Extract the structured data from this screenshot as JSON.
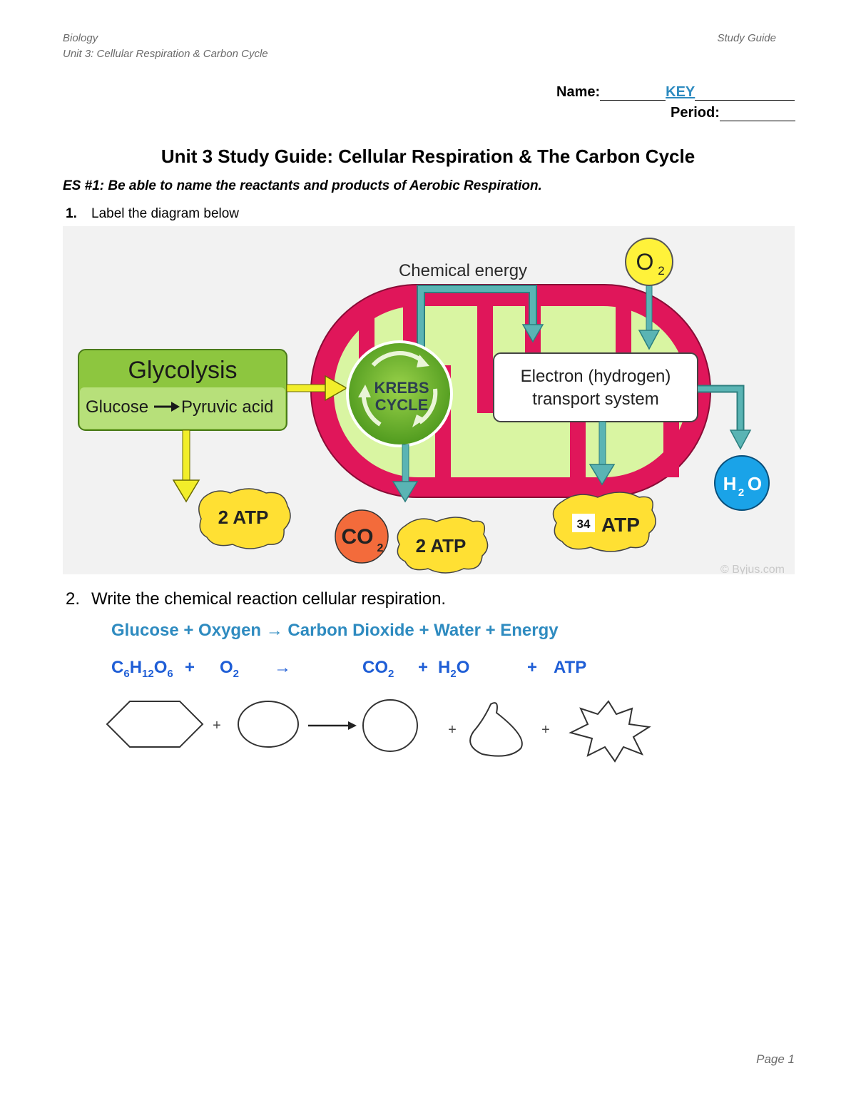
{
  "header": {
    "subject": "Biology",
    "unit": "Unit 3: Cellular Respiration & Carbon Cycle",
    "doc_type": "Study Guide"
  },
  "name_field": {
    "label": "Name:",
    "value": "KEY"
  },
  "period_field": {
    "label": "Period:",
    "value": ""
  },
  "title": "Unit 3 Study Guide: Cellular Respiration & The Carbon Cycle",
  "es1": "ES #1: Be able to name the reactants and products of Aerobic Respiration.",
  "q1": {
    "number": "1.",
    "text": "Label the diagram below"
  },
  "diagram": {
    "glycolysis_title": "Glycolysis",
    "glycolysis_glucose": "Glucose",
    "glycolysis_pyruvic": "Pyruvic acid",
    "chemical_energy": "Chemical energy",
    "krebs_line1": "KREBS",
    "krebs_line2": "CYCLE",
    "etc_line1": "Electron (hydrogen)",
    "etc_line2": "transport system",
    "o2_main": "O",
    "o2_sub": "2",
    "h2o_h": "H",
    "h2o_sub": "2",
    "h2o_o": "O",
    "co2_main": "CO",
    "co2_sub": "2",
    "atp_glycolysis": "2 ATP",
    "atp_krebs": "2 ATP",
    "atp_etc_number": "34",
    "atp_etc_label": "ATP",
    "credit": "© Byjus.com"
  },
  "q2": {
    "number": "2.",
    "text": "Write the chemical reaction cellular respiration."
  },
  "word_equation": "Glucose + Oxygen → Carbon Dioxide + Water + Energy",
  "formula": {
    "glucose": {
      "c": "C",
      "c_sub": "6",
      "h": "H",
      "h_sub": "12",
      "o": "O",
      "o_sub": "6"
    },
    "plus1": "+",
    "oxygen": {
      "o": "O",
      "o_sub": "2"
    },
    "arrow": "→",
    "co2": {
      "co": "CO",
      "sub": "2"
    },
    "plus2": "+",
    "water": {
      "h": "H",
      "h_sub": "2",
      "o": "O"
    },
    "plus3": "+",
    "atp": "ATP"
  },
  "shapes_row": {
    "plus1": "+",
    "plus2": "+",
    "plus3": "+"
  },
  "footer": {
    "page": "Page 1"
  },
  "colors": {
    "key_blue": "#2e8bc0",
    "formula_blue": "#1f5ed6",
    "mito_membrane": "#e0165a",
    "mito_inner": "#d9f5a2",
    "glycolysis_green": "#8dc63f",
    "teal_arrow": "#5ab4b4",
    "atp_yellow": "#ffe033",
    "co2_orange": "#f36b3b",
    "h2o_blue": "#1aa3e8",
    "o2_yellow": "#fff23a"
  }
}
